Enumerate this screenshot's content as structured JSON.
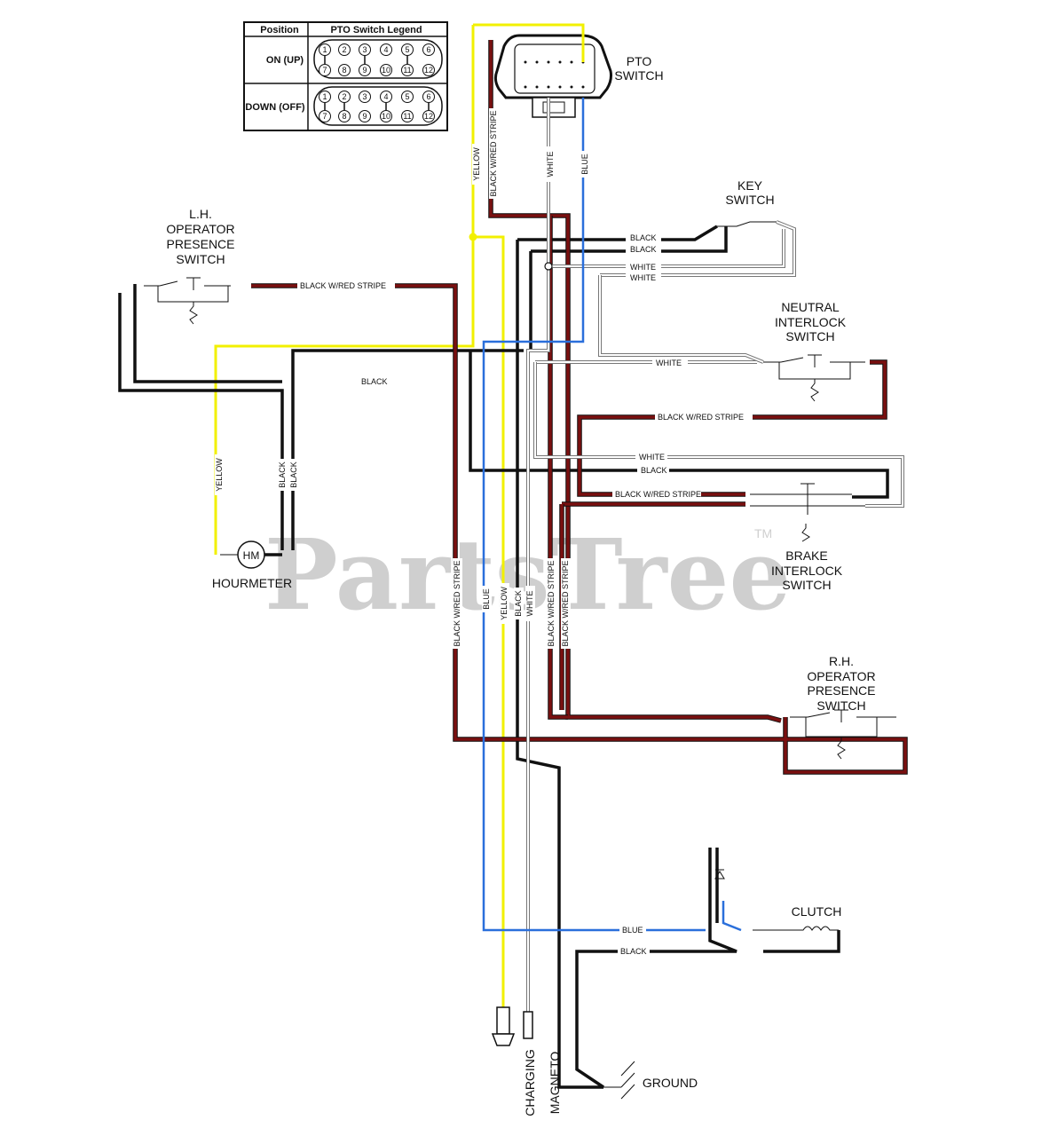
{
  "watermark": {
    "text": "PartsTree",
    "tm": "TM"
  },
  "legend": {
    "header_position": "Position",
    "header_title": "PTO Switch Legend",
    "row_on": "ON (UP)",
    "row_down": "DOWN (OFF)",
    "top_pins": [
      "1",
      "2",
      "3",
      "4",
      "5",
      "6"
    ],
    "bottom_pins": [
      "7",
      "8",
      "9",
      "10",
      "11",
      "12"
    ]
  },
  "components": {
    "pto_switch": [
      "PTO",
      "SWITCH"
    ],
    "key_switch": [
      "KEY",
      "SWITCH"
    ],
    "lh_operator": [
      "L.H.",
      "OPERATOR",
      "PRESENCE",
      "SWITCH"
    ],
    "neutral_interlock": [
      "NEUTRAL",
      "INTERLOCK",
      "SWITCH"
    ],
    "brake_interlock": [
      "BRAKE",
      "INTERLOCK",
      "SWITCH"
    ],
    "rh_operator": [
      "R.H.",
      "OPERATOR",
      "PRESENCE",
      "SWITCH"
    ],
    "hourmeter": "HOURMETER",
    "hm": "HM",
    "clutch": "CLUTCH",
    "ground": "GROUND",
    "charging": "CHARGING",
    "magneto": "MAGNETO"
  },
  "wire_labels": {
    "yellow": "YELLOW",
    "black_red": "BLACK W/RED STRIPE",
    "black": "BLACK",
    "white": "WHITE",
    "blue": "BLUE"
  },
  "colors": {
    "black_wire": "#111111",
    "red_stripe": "#7a1010",
    "yellow_wire": "#f2f000",
    "blue_wire": "#2a6fdb",
    "white_wire": "#777777",
    "watermark": "#cfcfcf"
  }
}
